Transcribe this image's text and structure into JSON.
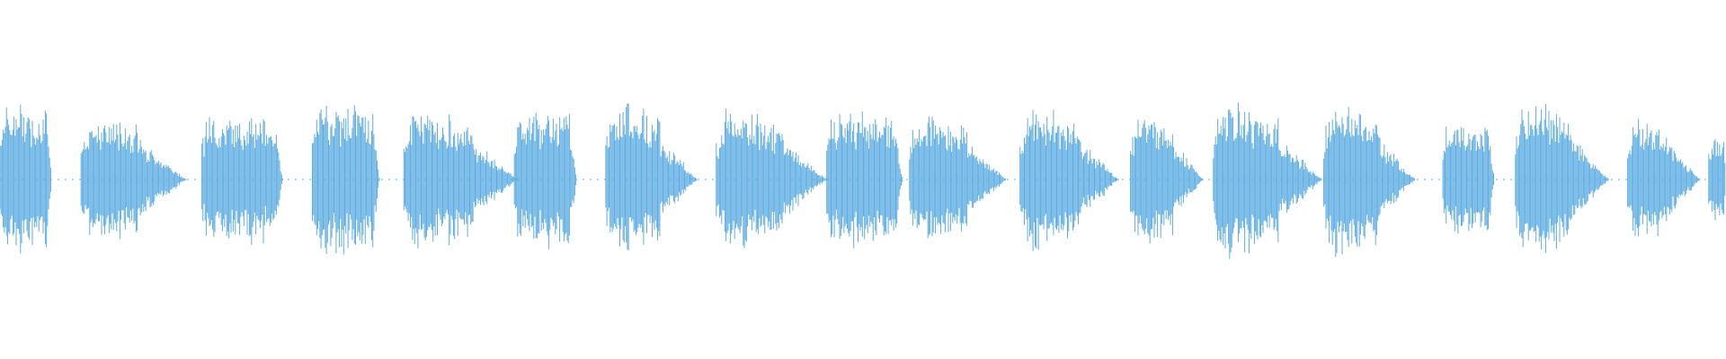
{
  "waveform": {
    "color": "#5dade2",
    "background": "#ffffff",
    "style": "bars",
    "segments": [
      {
        "start": 0.0,
        "end": 0.03,
        "peak": 0.4,
        "shape": "burst"
      },
      {
        "start": 0.047,
        "end": 0.108,
        "peak": 0.34,
        "shape": "decay"
      },
      {
        "start": 0.117,
        "end": 0.164,
        "peak": 0.34,
        "shape": "burst"
      },
      {
        "start": 0.181,
        "end": 0.22,
        "peak": 0.4,
        "shape": "burst"
      },
      {
        "start": 0.234,
        "end": 0.3,
        "peak": 0.37,
        "shape": "decay"
      },
      {
        "start": 0.298,
        "end": 0.334,
        "peak": 0.37,
        "shape": "burst"
      },
      {
        "start": 0.351,
        "end": 0.404,
        "peak": 0.41,
        "shape": "decay"
      },
      {
        "start": 0.415,
        "end": 0.479,
        "peak": 0.36,
        "shape": "decay"
      },
      {
        "start": 0.479,
        "end": 0.523,
        "peak": 0.36,
        "shape": "burst"
      },
      {
        "start": 0.527,
        "end": 0.583,
        "peak": 0.35,
        "shape": "decay"
      },
      {
        "start": 0.591,
        "end": 0.648,
        "peak": 0.38,
        "shape": "decay"
      },
      {
        "start": 0.655,
        "end": 0.697,
        "peak": 0.36,
        "shape": "decay"
      },
      {
        "start": 0.703,
        "end": 0.766,
        "peak": 0.4,
        "shape": "decay"
      },
      {
        "start": 0.767,
        "end": 0.82,
        "peak": 0.4,
        "shape": "decay"
      },
      {
        "start": 0.836,
        "end": 0.866,
        "peak": 0.3,
        "shape": "burst"
      },
      {
        "start": 0.878,
        "end": 0.932,
        "peak": 0.42,
        "shape": "decay"
      },
      {
        "start": 0.943,
        "end": 0.985,
        "peak": 0.32,
        "shape": "decay"
      },
      {
        "start": 0.99,
        "end": 1.0,
        "peak": 0.22,
        "shape": "burst"
      }
    ]
  }
}
